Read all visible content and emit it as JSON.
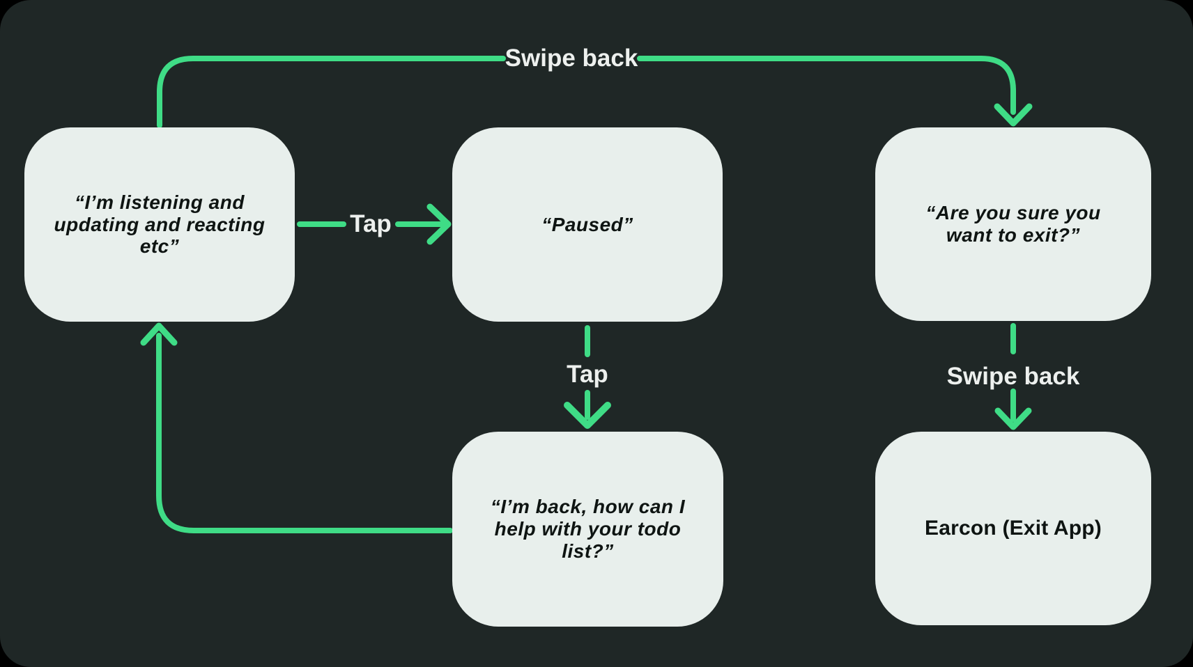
{
  "diagram": {
    "theme": {
      "background": "#1f2726",
      "surround": "#000000",
      "node_fill": "#e8efec",
      "node_text_color": "#0e1412",
      "arrow_green": "#3fdc86",
      "edge_label_color": "#edf0ee"
    },
    "nodes": [
      {
        "id": "listening",
        "text": "“I’m listening and updating and reacting etc”",
        "lines": [
          "“I’m listening and",
          "updating and reacting",
          "etc”"
        ]
      },
      {
        "id": "paused",
        "text": "“Paused”",
        "lines": [
          "“Paused”"
        ]
      },
      {
        "id": "exit-confirm",
        "text": "“Are you sure you want to exit?”",
        "lines": [
          "“Are you sure you",
          "want to exit?”"
        ]
      },
      {
        "id": "back-help",
        "text": "“I’m back, how can I help with your todo list?”",
        "lines": [
          "“I’m back, how can I",
          "help with your todo",
          "list?”"
        ]
      },
      {
        "id": "earcon",
        "text": "Earcon (Exit App)",
        "lines": [
          "Earcon (Exit App)"
        ]
      }
    ],
    "edges": [
      {
        "id": "listening-to-exit-confirm",
        "label": "Swipe back"
      },
      {
        "id": "listening-to-paused",
        "label": "Tap"
      },
      {
        "id": "paused-to-back-help",
        "label": "Tap"
      },
      {
        "id": "exit-confirm-to-earcon",
        "label": "Swipe back"
      },
      {
        "id": "back-help-to-listening",
        "label": ""
      }
    ]
  }
}
